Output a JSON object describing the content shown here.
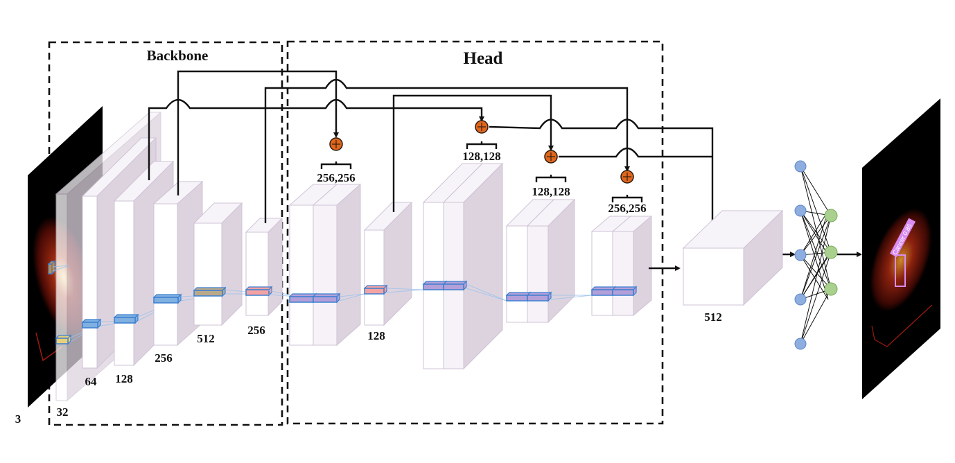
{
  "sections": {
    "backbone": {
      "title": "Backbone"
    },
    "head": {
      "title": "Head"
    }
  },
  "input_image": {
    "channels_label": "3",
    "description": "PET/CT input slice"
  },
  "backbone_layers": [
    {
      "label": "32",
      "feature_color": "#e8cf7a"
    },
    {
      "label": "64",
      "feature_color": "#7fb0e0"
    },
    {
      "label": "128",
      "feature_color": "#7fb0e0"
    },
    {
      "label": "256",
      "feature_color": "#7fb0e0"
    },
    {
      "label": "512",
      "feature_color": "#b9a98a"
    },
    {
      "label": "256",
      "feature_color": "#f3a3a3"
    }
  ],
  "head_layers": [
    {
      "label": "",
      "pair": true,
      "feature_color": "#b4a0d8"
    },
    {
      "label": "128",
      "pair": false,
      "feature_color": "#f3a3a3"
    },
    {
      "label": "",
      "pair": true,
      "feature_color": "#b4a0d8"
    },
    {
      "label": "",
      "pair": true,
      "feature_color": "#b4a0d8"
    },
    {
      "label": "",
      "pair": true,
      "feature_color": "#b4a0d8"
    }
  ],
  "concat_nodes": [
    {
      "label": "256,256"
    },
    {
      "label": "128,128"
    },
    {
      "label": "128,128"
    },
    {
      "label": "256,256"
    }
  ],
  "output_block": {
    "label": "512"
  },
  "fc_network": {
    "input_nodes": 5,
    "output_nodes": 3,
    "input_color": "#8eaee0",
    "output_color": "#a9d08e"
  },
  "output_image": {
    "detection_label": "Cancer 0.86",
    "box_color": "#d98cf2"
  },
  "colors": {
    "concat": "#e0661c",
    "block_edge": "#cfc3d6",
    "block_side": "#ddd3df"
  }
}
